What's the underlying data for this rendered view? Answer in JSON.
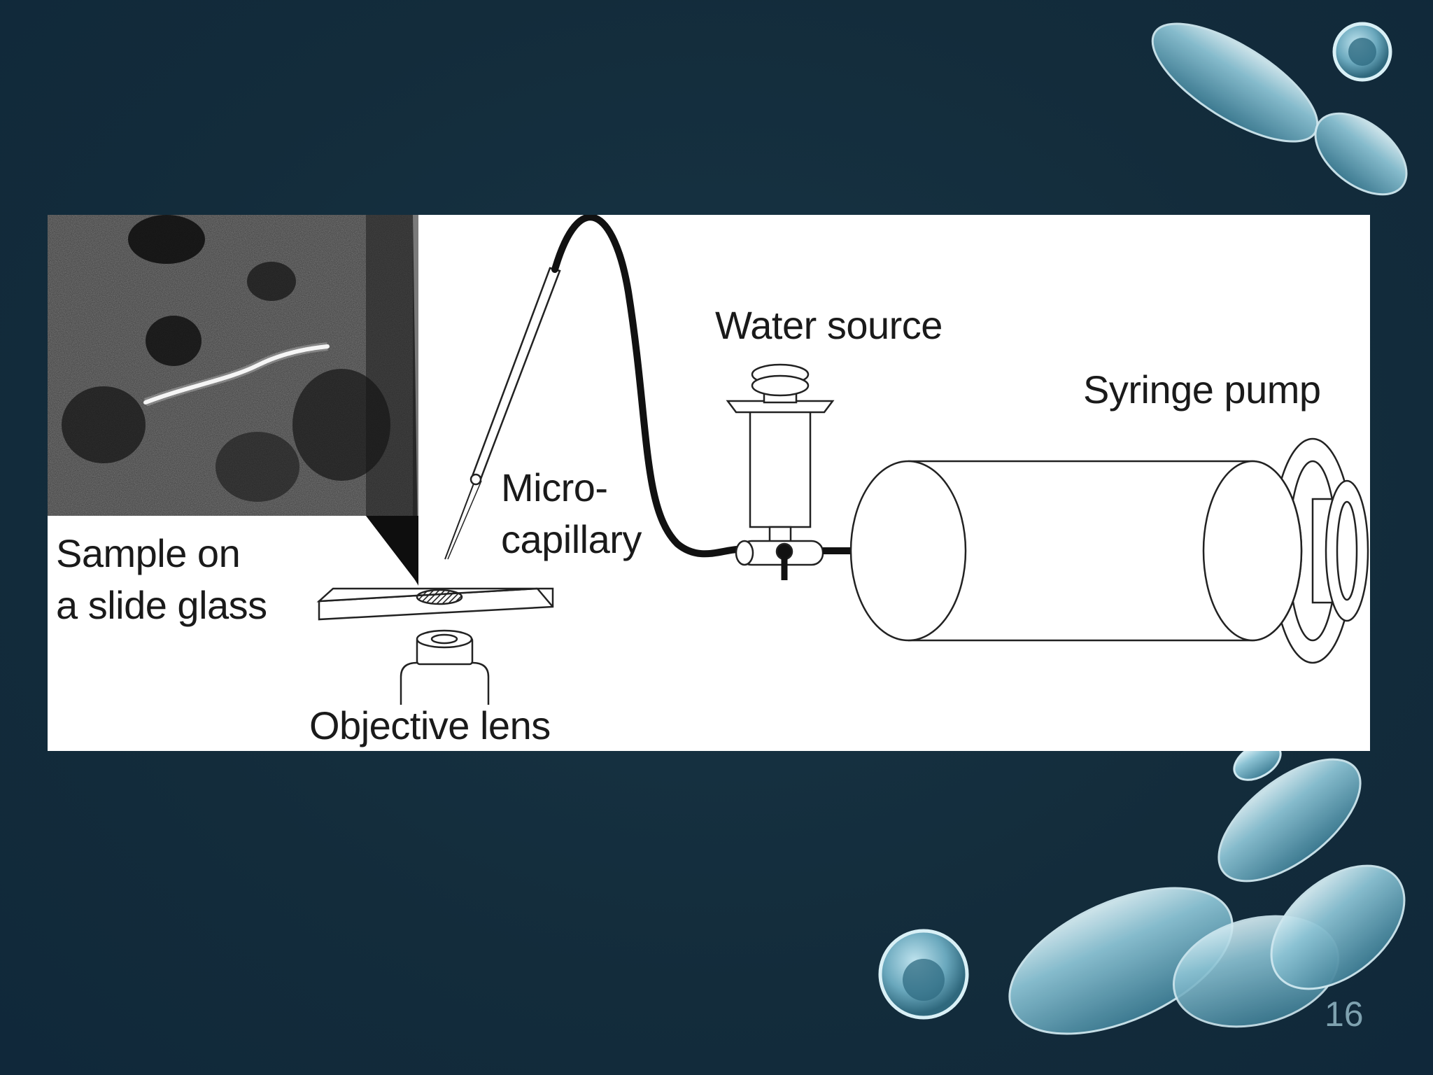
{
  "figure": {
    "labels": {
      "water_source": "Water source",
      "syringe_pump": "Syringe pump",
      "micro_line1": "Micro-",
      "micro_line2": "capillary",
      "sample_line1": "Sample on",
      "sample_line2": "a slide glass",
      "objective_lens": "Objective lens"
    }
  },
  "slide": {
    "page_number": "16"
  },
  "colors": {
    "background": "#142d3c",
    "panel": "#ffffff",
    "bacteria": "#6fb0c6",
    "text": "#1a1a1a"
  }
}
